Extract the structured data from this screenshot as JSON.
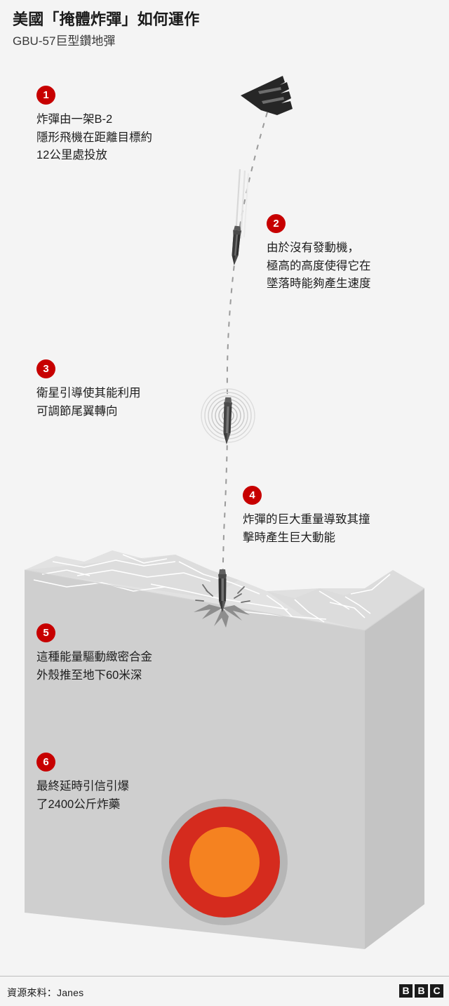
{
  "header": {
    "title": "美國「掩體炸彈」如何運作",
    "subtitle": "GBU-57巨型鑽地彈"
  },
  "steps": [
    {
      "number": "1",
      "text": "炸彈由一架B-2\n隱形飛機在距離目標約\n12公里處投放"
    },
    {
      "number": "2",
      "text": "由於沒有發動機，\n極高的高度使得它在\n墜落時能夠產生速度"
    },
    {
      "number": "3",
      "text": "衛星引導使其能利用\n可調節尾翼轉向"
    },
    {
      "number": "4",
      "text": "炸彈的巨大重量導致其撞\n擊時產生巨大動能"
    },
    {
      "number": "5",
      "text": "這種能量驅動緻密合金\n外殼推至地下60米深"
    },
    {
      "number": "6",
      "text": "最終延時引信引爆\n了2400公斤炸藥"
    }
  ],
  "footer": {
    "source": "資源來料：Janes",
    "logo_letters": [
      "B",
      "B",
      "C"
    ]
  },
  "illustration": {
    "aircraft": "b2-stealth-bomber",
    "bomb": "gbu-57-bunker-buster",
    "trajectory": "dashed-fall-path",
    "guidance": "satellite-signal-rings",
    "impact": "ground-impact-burst",
    "terrain": "isometric-ground-block",
    "detonation": "underground-explosion"
  },
  "colors": {
    "background": "#f4f4f4",
    "accent_red": "#c70000",
    "explosion_outer": "#b6b6b6",
    "explosion_mid": "#d52b1e",
    "explosion_core": "#f58220",
    "terrain_top": "#e2e2e2",
    "terrain_front": "#cfcfcf",
    "terrain_side": "#c4c4c4",
    "bomb_dark": "#3b3b3b",
    "text": "#1d1d1d"
  }
}
